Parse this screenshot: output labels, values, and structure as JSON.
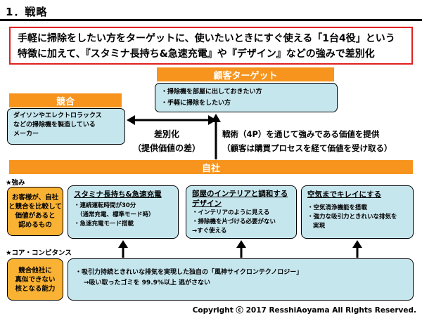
{
  "title": "1．戦略",
  "summary": {
    "line1": "手軽に掃除をしたい方をターゲットに、使いたいときにすぐ使える「1台4役」という",
    "line2": "特徴に加えて、『スタミナ長持ち&急速充電』や『デザイン』などの強みで差別化"
  },
  "target": {
    "header": "顧客ターゲット",
    "items": [
      "・掃除機を部屋に出しておきたい方",
      "・手軽に掃除をしたい方"
    ]
  },
  "competitor": {
    "header": "競合",
    "text": [
      "ダイソンやエレクトロラックス",
      "などの掃除機を製造している",
      "メーカー"
    ]
  },
  "differentiation": {
    "line1": "差別化",
    "line2": "（提供価値の差）"
  },
  "tactic": {
    "line1": "戦術（4P）を通じて強みである価値を提供",
    "line2": "（顧客は購買プロセスを経て価値を受け取る）"
  },
  "company": {
    "header": "自社"
  },
  "strengths": {
    "label": "★強み",
    "note": [
      "お客様が、自社",
      "と競合を比較して",
      "価値があると",
      "認めるもの"
    ],
    "cards": [
      {
        "title": "スタミナ長持ち&急速充電",
        "lines": [
          "・連続運転時間が30分",
          "（通常充電、標準モード時）",
          "・急速充電モード搭載"
        ]
      },
      {
        "title": [
          "部屋のインテリアと調和する",
          "デザイン"
        ],
        "lines": [
          "・インテリアのように見える",
          "・掃除機を片づける必要がない",
          "→すぐ使える"
        ]
      },
      {
        "title": "空気までキレイにする",
        "lines": [
          "・空気清浄機能を搭載",
          "・強力な吸引力ときれいな排気を",
          "実現"
        ]
      }
    ]
  },
  "core": {
    "label": "★コア・コンピタンス",
    "note": [
      "競合他社に",
      "真似できない",
      "核となる能力"
    ],
    "line1": "・吸引力持続ときれいな排気を実現した独自の「風神サイクロンテクノロジー」",
    "line2": "→吸い取ったゴミを 99.9%以上 逃がさない"
  },
  "copyright": "Copyright ⓒ 2017 ResshiAoyama All Rights Reserved."
}
